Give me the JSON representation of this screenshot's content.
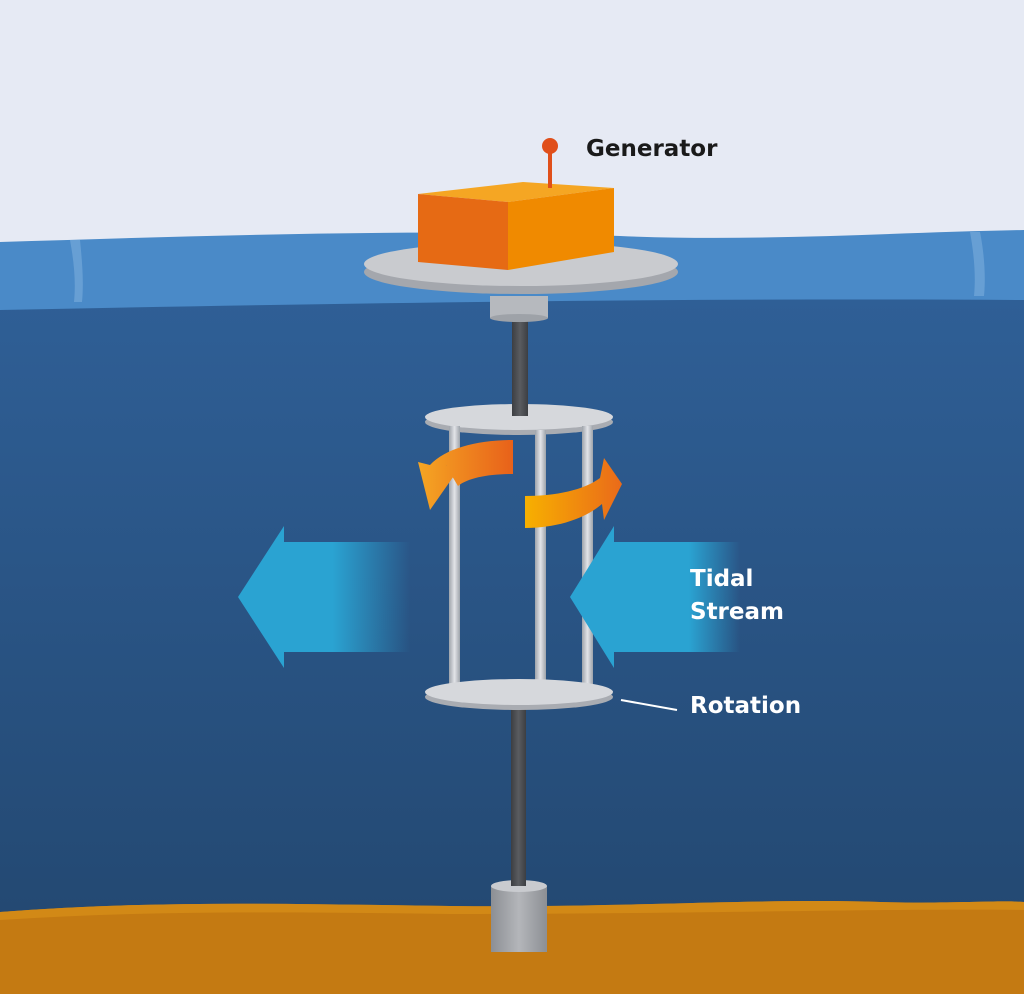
{
  "labels": {
    "generator": "Generator",
    "tidal_stream_line1": "Tidal",
    "tidal_stream_line2": "Stream",
    "rotation": "Rotation"
  },
  "colors": {
    "sky": "#e6eaf4",
    "water_surface": "#4a8ac8",
    "water_deep_top": "#2f5f96",
    "water_deep_bottom": "#22466e",
    "seabed": "#c47a12",
    "generator_box_front": "#e66a14",
    "generator_box_side": "#f08a00",
    "generator_box_top": "#f5a623",
    "generator_pin": "#e04f1a",
    "platform": "#c9cbcf",
    "shaft": "#4a4c50",
    "stream_arrow": "#2aa3d2",
    "rotation_arrow": "#f2a012",
    "label_dark": "#1a1a1a",
    "label_light": "#ffffff"
  },
  "icons": [
    "generator-box",
    "generator-pin",
    "tidal-stream-arrow",
    "rotation-arrow"
  ]
}
